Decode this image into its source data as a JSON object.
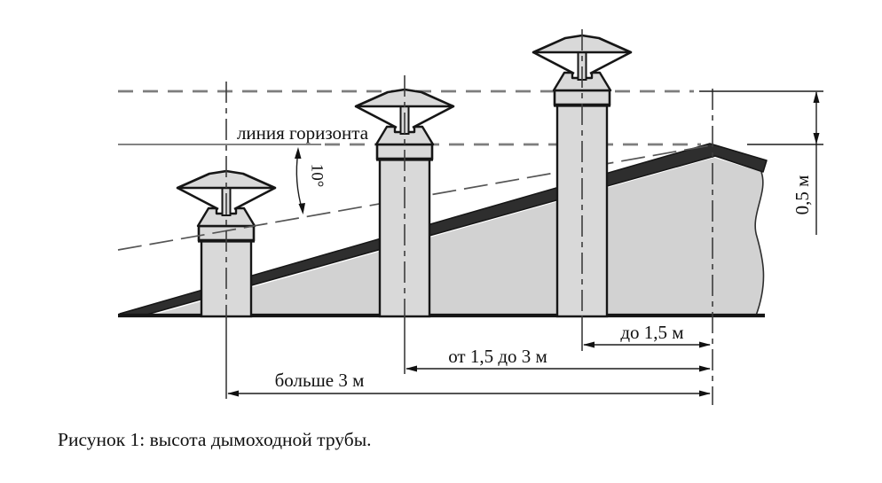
{
  "figure": {
    "caption": "Рисунок 1: высота дымоходной трубы.",
    "labels": {
      "horizon": "линия горизонта",
      "angle": "10°",
      "ridge_height": "0,5 м",
      "dim_near_ridge": "до 1,5 м",
      "dim_mid": "от 1,5 до 3 м",
      "dim_far": "больше 3 м"
    },
    "colors": {
      "outline": "#161616",
      "chimney_fill": "#d9d9d9",
      "roof_fill": "#d2d2d2",
      "roof_band": "#2e2e2e",
      "dash_gray": "#7d7d7d",
      "centerline": "#3c3c3c",
      "dimension": "#1c1c1c"
    }
  }
}
